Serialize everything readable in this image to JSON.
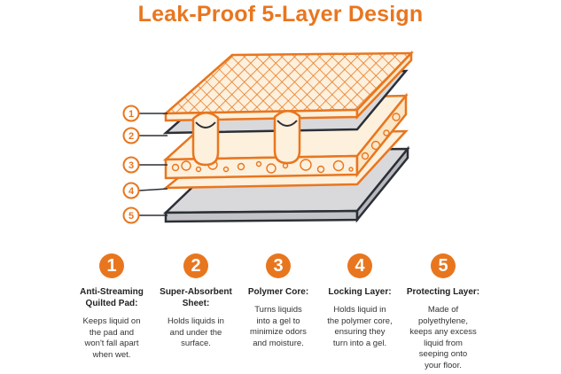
{
  "title": "Leak-Proof 5-Layer Design",
  "colors": {
    "accent": "#e8761f",
    "cream": "#fdf0dc",
    "grey": "#d9d9dc",
    "dark": "#2b2f36"
  },
  "diagram_labels": [
    "1",
    "2",
    "3",
    "4",
    "5"
  ],
  "features": [
    {
      "number": "1",
      "title": "Anti-Streaming\nQuilted Pad:",
      "description": "Keeps liquid on\nthe pad and\nwon't fall apart\nwhen wet."
    },
    {
      "number": "2",
      "title": "Super-Absorbent\nSheet:",
      "description": "Holds liquids in\nand under the\nsurface."
    },
    {
      "number": "3",
      "title": "Polymer Core:",
      "description": "Turns liquids\ninto a gel to\nminimize odors\nand moisture."
    },
    {
      "number": "4",
      "title": "Locking Layer:",
      "description": "Holds liquid in\nthe polymer core,\nensuring they\nturn into a gel."
    },
    {
      "number": "5",
      "title": "Protecting Layer:",
      "description": "Made of\npolyethylene,\nkeeps any excess\nliquid from\nseeping onto\nyour floor."
    }
  ]
}
